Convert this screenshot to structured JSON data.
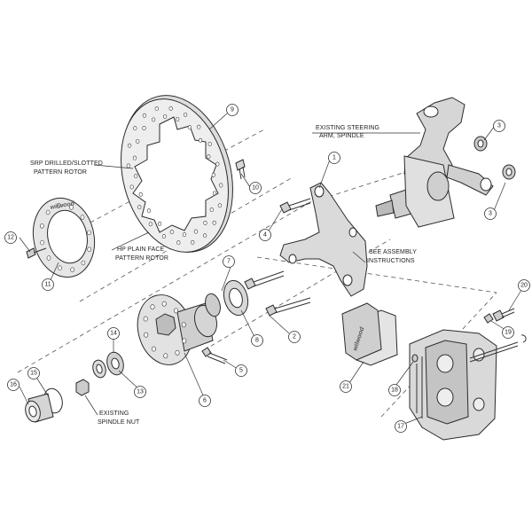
{
  "callouts": [
    {
      "id": "c1",
      "text": "1"
    },
    {
      "id": "c2",
      "text": "2"
    },
    {
      "id": "c3a",
      "text": "3"
    },
    {
      "id": "c3b",
      "text": "3"
    },
    {
      "id": "c4",
      "text": "4"
    },
    {
      "id": "c5",
      "text": "5"
    },
    {
      "id": "c6",
      "text": "6"
    },
    {
      "id": "c7",
      "text": "7"
    },
    {
      "id": "c8",
      "text": "8"
    },
    {
      "id": "c9",
      "text": "9"
    },
    {
      "id": "c10",
      "text": "10"
    },
    {
      "id": "c11",
      "text": "11"
    },
    {
      "id": "c12",
      "text": "12"
    },
    {
      "id": "c13",
      "text": "13"
    },
    {
      "id": "c14",
      "text": "14"
    },
    {
      "id": "c15",
      "text": "15"
    },
    {
      "id": "c16",
      "text": "16"
    },
    {
      "id": "c17",
      "text": "17"
    },
    {
      "id": "c18",
      "text": "18"
    },
    {
      "id": "c19",
      "text": "19"
    },
    {
      "id": "c20",
      "text": "20"
    },
    {
      "id": "c21",
      "text": "21"
    }
  ],
  "labels": {
    "steering_line1": "EXISTING STEERING",
    "steering_line2": "ARM, SPINDLE",
    "srp_line1": "SRP DRILLED/SLOTTED",
    "srp_line2": "PATTERN ROTOR",
    "hp_line1": "HP PLAIN FACE",
    "hp_line2": "PATTERN ROTOR",
    "assembly_line1": "SEE ASSEMBLY",
    "assembly_line2": "INSTRUCTIONS",
    "nut_line1": "EXISTING",
    "nut_line2": "SPINDLE NUT"
  },
  "brand": {
    "rotor_text": "wilwood",
    "pad_text": "wilwood"
  }
}
